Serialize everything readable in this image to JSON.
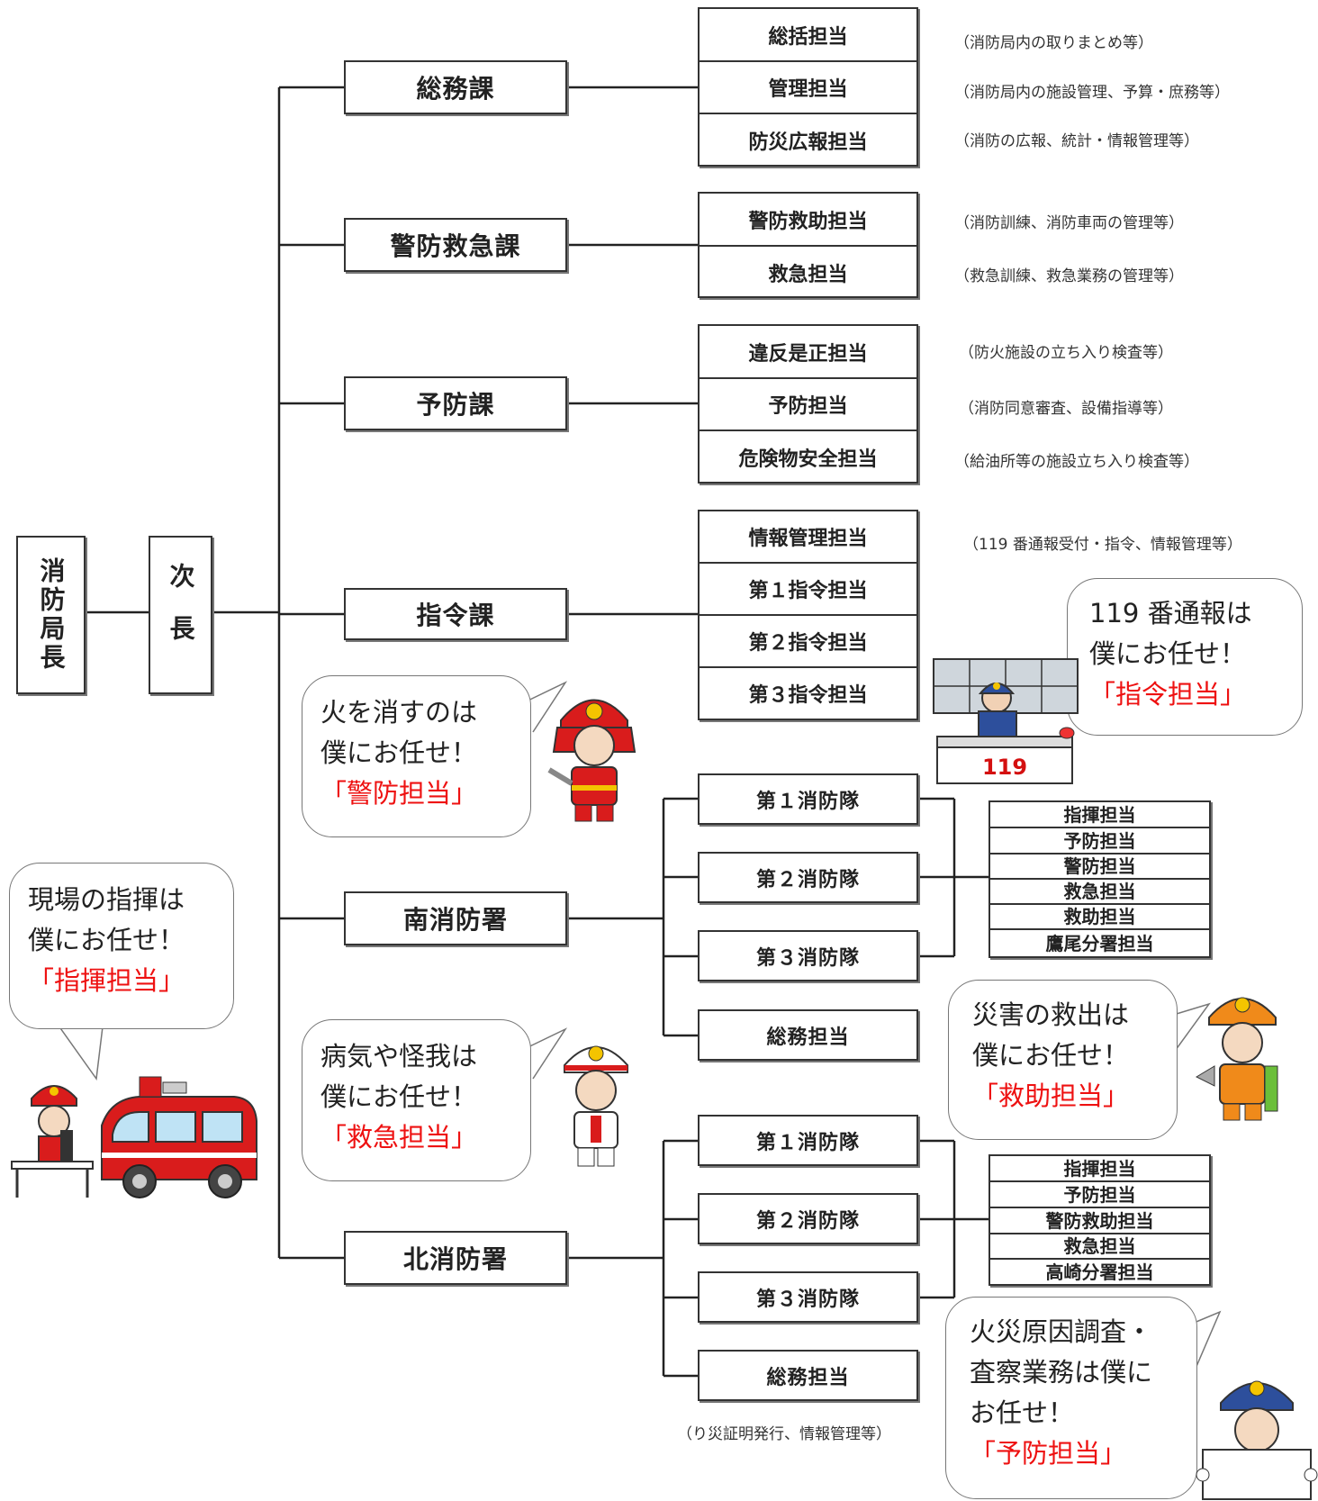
{
  "chief": {
    "label": "消防局長"
  },
  "deputy": {
    "label": "次長"
  },
  "divisions": [
    {
      "name": "総務課",
      "teams": [
        "総括担当",
        "管理担当",
        "防災広報担当"
      ],
      "notes": [
        "（消防局内の取りまとめ等）",
        "（消防局内の施設管理、予算・庶務等）",
        "（消防の広報、統計・情報管理等）"
      ]
    },
    {
      "name": "警防救急課",
      "teams": [
        "警防救助担当",
        "救急担当"
      ],
      "notes": [
        "（消防訓練、消防車両の管理等）",
        "（救急訓練、救急業務の管理等）"
      ]
    },
    {
      "name": "予防課",
      "teams": [
        "違反是正担当",
        "予防担当",
        "危険物安全担当"
      ],
      "notes": [
        "（防火施設の立ち入り検査等）",
        "（消防同意審査、設備指導等）",
        "（給油所等の施設立ち入り検査等）"
      ]
    },
    {
      "name": "指令課",
      "teams": [
        "情報管理担当",
        "第１指令担当",
        "第２指令担当",
        "第３指令担当"
      ],
      "notes": [
        "（119 番通報受付・指令、情報管理等）"
      ]
    }
  ],
  "stations": [
    {
      "name": "南消防署",
      "teams": [
        "第１消防隊",
        "第２消防隊",
        "第３消防隊",
        "総務担当"
      ],
      "roles": [
        "指揮担当",
        "予防担当",
        "警防担当",
        "救急担当",
        "救助担当",
        "鷹尾分署担当"
      ]
    },
    {
      "name": "北消防署",
      "teams": [
        "第１消防隊",
        "第２消防隊",
        "第３消防隊",
        "総務担当"
      ],
      "roles": [
        "指揮担当",
        "予防担当",
        "警防救助担当",
        "救急担当",
        "高崎分署担当"
      ],
      "note": "（り災証明発行、情報管理等）"
    }
  ],
  "bubbles": {
    "dispatch": {
      "line1": "119 番通報は",
      "line2": "僕にお任せ！",
      "role": "「指令担当」"
    },
    "firefight": {
      "line1": "火を消すのは",
      "line2": "僕にお任せ！",
      "role": "「警防担当」"
    },
    "command": {
      "line1": "現場の指揮は",
      "line2": "僕にお任せ！",
      "role": "「指揮担当」"
    },
    "ems": {
      "line1": "病気や怪我は",
      "line2": "僕にお任せ！",
      "role": "「救急担当」"
    },
    "rescue": {
      "line1": "災害の救出は",
      "line2": "僕にお任せ！",
      "role": "「救助担当」"
    },
    "prevention": {
      "line1": "火災原因調査・",
      "line2": "査察業務は僕に",
      "line3": "お任せ！",
      "role": "「予防担当」"
    }
  },
  "console_label": "119",
  "colors": {
    "accent_red": "#e11111",
    "line": "#222222"
  }
}
